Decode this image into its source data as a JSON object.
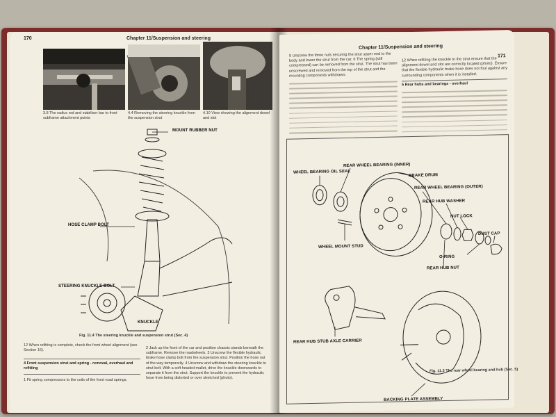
{
  "left_page": {
    "page_number": "170",
    "header": "Chapter 11/Suspension and steering",
    "photos": [
      {
        "caption": "3.8 The radius rod and stabiliser bar to front subframe attachment points"
      },
      {
        "caption": "4.4 Removing the steering knuckle from the suspension strut"
      },
      {
        "caption": "4.10 View showing the alignment dowel and slot"
      }
    ],
    "diagram_labels": {
      "mount_nut": "MOUNT RUBBER NUT",
      "hose_clamp": "HOSE CLAMP BOLT",
      "steering_knuckle_bolt": "STEERING KNUCKLE BOLT",
      "knuckle": "KNUCKLE"
    },
    "figure_caption": "Fig. 11.4 The steering knuckle and suspension strut (Sec. 4)",
    "para_12": "12 When refitting is complete, check the front wheel alignment (see Section 16).",
    "section_heading": "4 Front suspension strut and spring - removal, overhaul and refitting",
    "step_1": "1 Fit spring compressors to the coils of the front road springs.",
    "col2_text": "2 Jack up the front of the car and position chassis stands beneath the subframe. Remove the roadwheels. 3 Unscrew the flexible hydraulic brake hose clamp bolt from the suspension strut. Position the hose out of the way temporarily. 4 Unscrew and withdraw the steering knuckle to strut bolt. With a soft headed mallet, drive the knuckle downwards to separate it from the strut. Support the knuckle to prevent the hydraulic hose from being distorted or over stretched (photo)."
  },
  "right_page": {
    "page_number": "171",
    "header": "Chapter 11/Suspension and steering",
    "top_left_text": "5 Unscrew the three nuts securing the strut upper end to the body and lower the strut from the car. 6 The spring (still compressed) can be removed from the strut. The strut has been unscrewed and removed from the top of the strut and the mounting components withdrawn.",
    "top_right_text": "12 When refitting the knuckle to the strut ensure that the alignment dowel and slot are correctly located (photo). Ensure that the flexible hydraulic brake hose does not foul against any surrounding components when it is installed.",
    "section_heading": "5 Rear hubs and bearings - overhaul",
    "diagram_labels": {
      "inner_bearing": "REAR WHEEL BEARING (INNER)",
      "oil_seal": "WHEEL BEARING OIL SEAL",
      "brake_drum": "BRAKE DRUM",
      "outer_bearing": "REAR WHEEL BEARING (OUTER)",
      "washer": "REAR HUB WASHER",
      "nut_lock": "NUT LOCK",
      "hub_nut": "REAR HUB NUT",
      "dust_cap": "DUST CAP",
      "mount_stud": "WHEEL MOUNT STUD",
      "o_ring": "O-RING",
      "stub_axle": "REAR HUB STUB AXLE CARRIER",
      "backing_plate": "BACKING PLATE ASSEMBLY"
    },
    "figure_caption": "Fig. 11.5 The rear wheel bearing and hub (Sec. 5)"
  }
}
